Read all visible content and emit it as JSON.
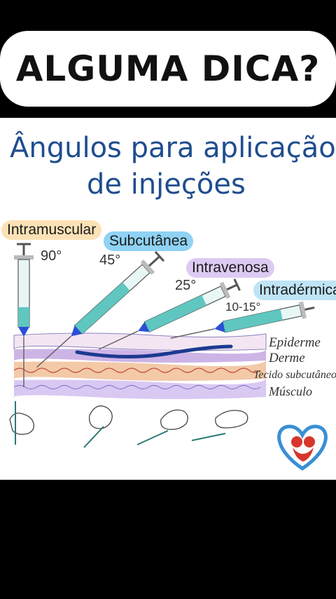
{
  "banner": {
    "text": "ALGUMA DICA?"
  },
  "diagram": {
    "title_line1": "Ângulos para aplicação",
    "title_line2": "de injeções",
    "injections": [
      {
        "label": "Intramuscular",
        "angle": "90°"
      },
      {
        "label": "Subcutânea",
        "angle": "45°"
      },
      {
        "label": "Intravenosa",
        "angle": "25°"
      },
      {
        "label": "Intradérmica",
        "angle": "10-15°"
      }
    ],
    "layers": [
      "Epiderme",
      "Derme",
      "Tecido subcutâneo",
      "Músculo"
    ]
  },
  "colors": {
    "title": "#1f4d8f",
    "intramuscular": "#fbe2b6",
    "subcutanea": "#8fd2f3",
    "intravenosa": "#dccaf3",
    "intradermica": "#bfe4f5",
    "syringe_fill": "#5fc6c0",
    "needle_tip": "#2b4fd6",
    "epiderme": "#f3e6f2",
    "derme": "#cdb4e6",
    "subcutaneo": "#f3c9a8",
    "musculo": "#d9c8f2"
  },
  "icons": [
    "syringe-icon",
    "hand-icon",
    "heart-logo-icon"
  ]
}
